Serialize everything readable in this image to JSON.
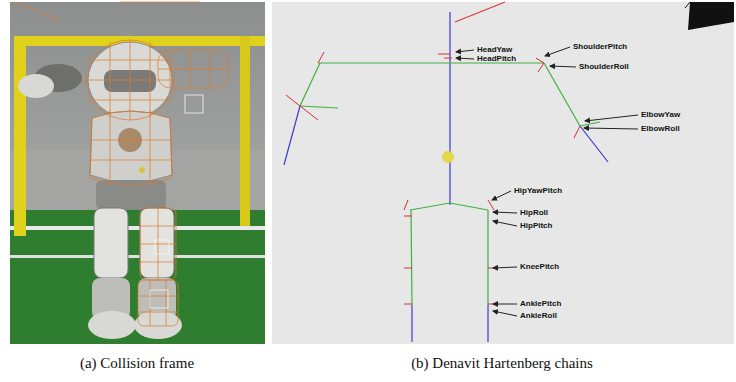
{
  "diagram": {
    "labels": [
      "HeadYaw",
      "HeadPitch",
      "ShoulderPitch",
      "ShoulderRoll",
      "ElbowYaw",
      "ElbowRoll",
      "HipYawPitch",
      "HipRoll",
      "HipPitch",
      "KneePitch",
      "AnklePitch",
      "AnkleRoll",
      "(a) Collision frame",
      "(b) Denavit Hartenberg chains"
    ]
  }
}
